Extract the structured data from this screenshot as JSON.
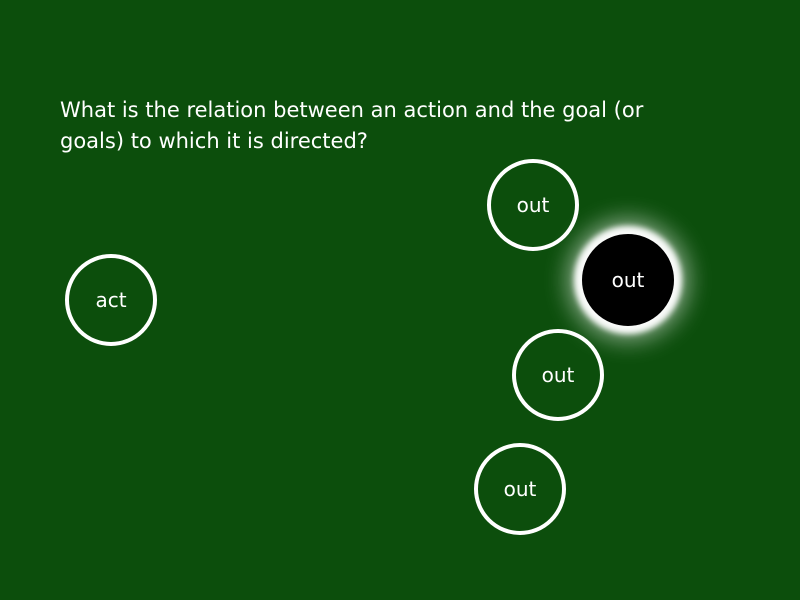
{
  "question": "What is the relation between an action and the goal (or goals) to which it is directed?",
  "colors": {
    "background": "#0c4e0c",
    "circle_outline": "#ffffff",
    "selected_fill": "#000000",
    "selected_glow": "#ffffff"
  },
  "nodes": {
    "act": {
      "label": "act"
    },
    "outs": [
      {
        "label": "out",
        "selected": false
      },
      {
        "label": "out",
        "selected": true
      },
      {
        "label": "out",
        "selected": false
      },
      {
        "label": "out",
        "selected": false
      }
    ]
  }
}
